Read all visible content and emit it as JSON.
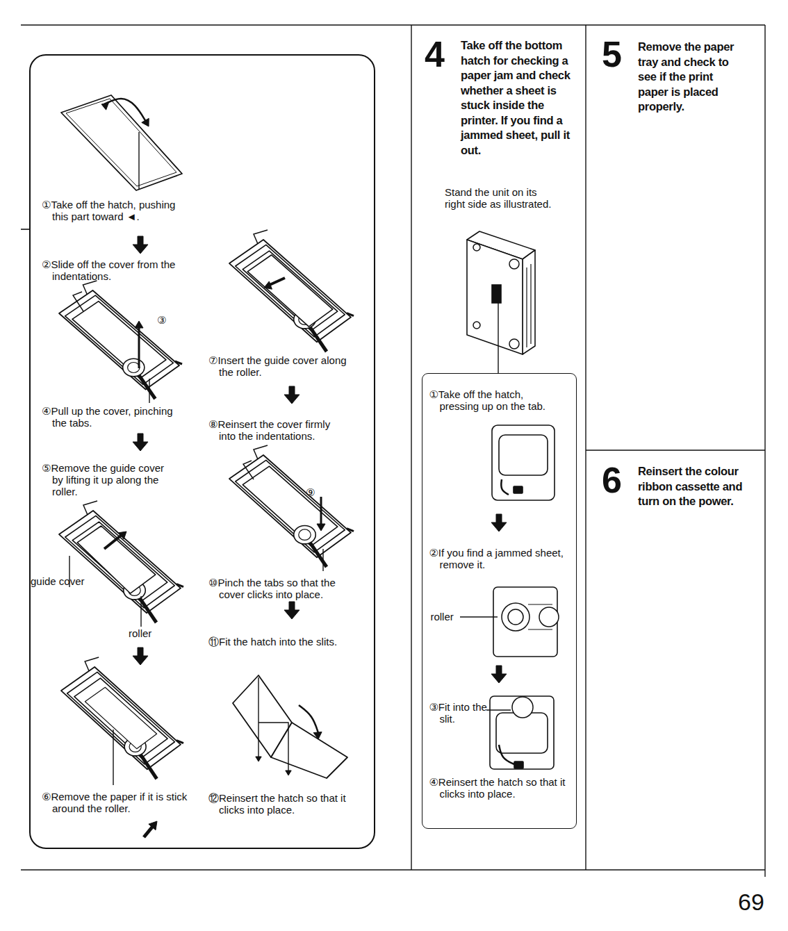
{
  "diagram": {
    "nodes": [
      {
        "text": [
          "①Take off the hatch, pushing this part toward ◄.",
          "②Slide off the cover from the indentations.",
          "③",
          "④Pull up the cover, pinching the tabs.",
          "⑤Remove the guide cover by lifting it up along the roller.",
          "guide cover",
          "roller",
          "⑥Remove the paper if it is stick around the roller.",
          "⑦Insert the guide cover along the roller.",
          "⑧Reinsert the cover firmly into the indentations.",
          "⑨",
          "⑩Pinch the tabs so that the cover clicks into place.",
          "⑪Fit the hatch into the slits.",
          "⑫Reinsert the hatch so that it clicks into place."
        ]
      },
      {
        "text": [
          "4",
          "Take off the bottom hatch for checking a paper jam and check whether a sheet is stuck inside the printer. If you find a jammed sheet, pull it out.",
          "Stand the unit on its right side as illustrated."
        ]
      },
      {
        "text": [
          "①Take off the hatch, pressing up on the tab.",
          "②If you find a jammed sheet, remove it.",
          "roller",
          "③Fit into the slit.",
          "④Reinsert the hatch so that it clicks into place."
        ],
        "in": 1
      },
      {
        "text": [
          "5",
          "Remove the paper tray and check to see if the print paper is placed properly."
        ]
      },
      {
        "text": [
          "6",
          "Reinsert the colour ribbon cassette and turn on the power."
        ]
      }
    ],
    "labels": [
      "69"
    ]
  }
}
